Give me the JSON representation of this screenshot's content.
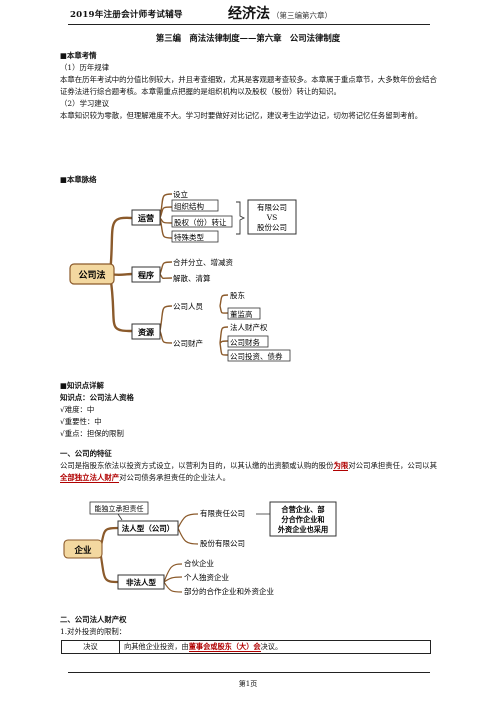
{
  "header": {
    "left": "2019年注册会计师考试辅导",
    "center": "经济法",
    "center_sub": "（第三编第六章）"
  },
  "title": "第三编　商法法律制度——第六章　公司法律制度",
  "sections": {
    "exam_head": "■本章考情",
    "history_label": "（1）历年规律",
    "history_text": "本章在历年考试中的分值比例较大，并且考查细致，尤其是客观题考查较多。本章属于重点章节，大多数年份会结合证券法进行综合题考核。本章需重点把握的是组织机构以及股权（股份）转让的知识。",
    "advice_label": "（2）学习建议",
    "advice_text": "本章知识较为零散，但理解难度不大。学习时要做好对比记忆，建议考生边学边记，切勿将记忆任务留到考前。",
    "context_head": "■本章脉络",
    "detail_head": "■知识点详解",
    "point_title": "知识点：公司法人资格",
    "difficulty": "√难度：中",
    "importance": "√重要性：中",
    "focus": "√重点：担保的限制",
    "s1_title": "一、公司的特征",
    "s1_text_a": "公司是指股东依法以投资方式设立，以营利为目的，以其认缴的出资额或认购的股份",
    "s1_emph1": "为限",
    "s1_text_b": "对公司承担责任，公司以其",
    "s1_emph2": "全部独立法人财产",
    "s1_text_c": "对公司债务承担责任的企业法人。",
    "s2_title": "二、公司法人财产权",
    "s2_item": "1.对外投资的限制："
  },
  "mindmap1": {
    "root": "公司法",
    "branch_ops": "运营",
    "ops_items": [
      "设立",
      "组织结构",
      "股权（份）转让",
      "特殊类型"
    ],
    "compare_lines": [
      "有限公司",
      "VS",
      "股份公司"
    ],
    "branch_proc": "程序",
    "proc_items": [
      "合并分立、增减资",
      "解散、清算"
    ],
    "branch_res": "资源",
    "res_people": "公司人员",
    "people_items": [
      "股东",
      "董监高"
    ],
    "res_property": "公司财产",
    "property_items": [
      "法人财产权",
      "公司财务",
      "公司投资、债券"
    ]
  },
  "mindmap2": {
    "root": "企业",
    "top_callout": "能独立承担责任",
    "legal": "法人型（公司）",
    "legal_items": [
      "有限责任公司",
      "股份有限公司"
    ],
    "right_callout_lines": [
      "合营企业、部",
      "分合作企业和",
      "外资企业也采用"
    ],
    "nonlegal": "非法人型",
    "nonlegal_items": [
      "合伙企业",
      "个人独资企业",
      "部分的合作企业和外资企业"
    ]
  },
  "table": {
    "col1": "决议",
    "col2_a": "向其他企业投资，由",
    "col2_emph": "董事会或股东（大）会",
    "col2_b": "决议。"
  },
  "footer": {
    "page": "第1页"
  },
  "colors": {
    "branch": "#8b5a2b",
    "root_fill": "#f3d8a0",
    "box_border": "#333333",
    "red": "#b00000"
  }
}
